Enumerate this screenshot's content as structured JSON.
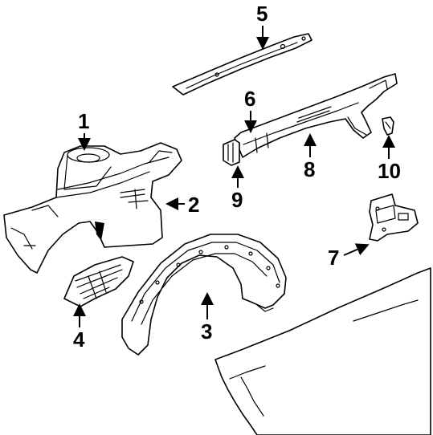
{
  "diagram": {
    "callouts": [
      {
        "id": "1",
        "label": "1"
      },
      {
        "id": "2",
        "label": "2"
      },
      {
        "id": "3",
        "label": "3"
      },
      {
        "id": "4",
        "label": "4"
      },
      {
        "id": "5",
        "label": "5"
      },
      {
        "id": "6",
        "label": "6"
      },
      {
        "id": "7",
        "label": "7"
      },
      {
        "id": "8",
        "label": "8"
      },
      {
        "id": "9",
        "label": "9"
      },
      {
        "id": "10",
        "label": "10"
      }
    ],
    "colors": {
      "line": "#000000",
      "background": "#ffffff"
    }
  }
}
